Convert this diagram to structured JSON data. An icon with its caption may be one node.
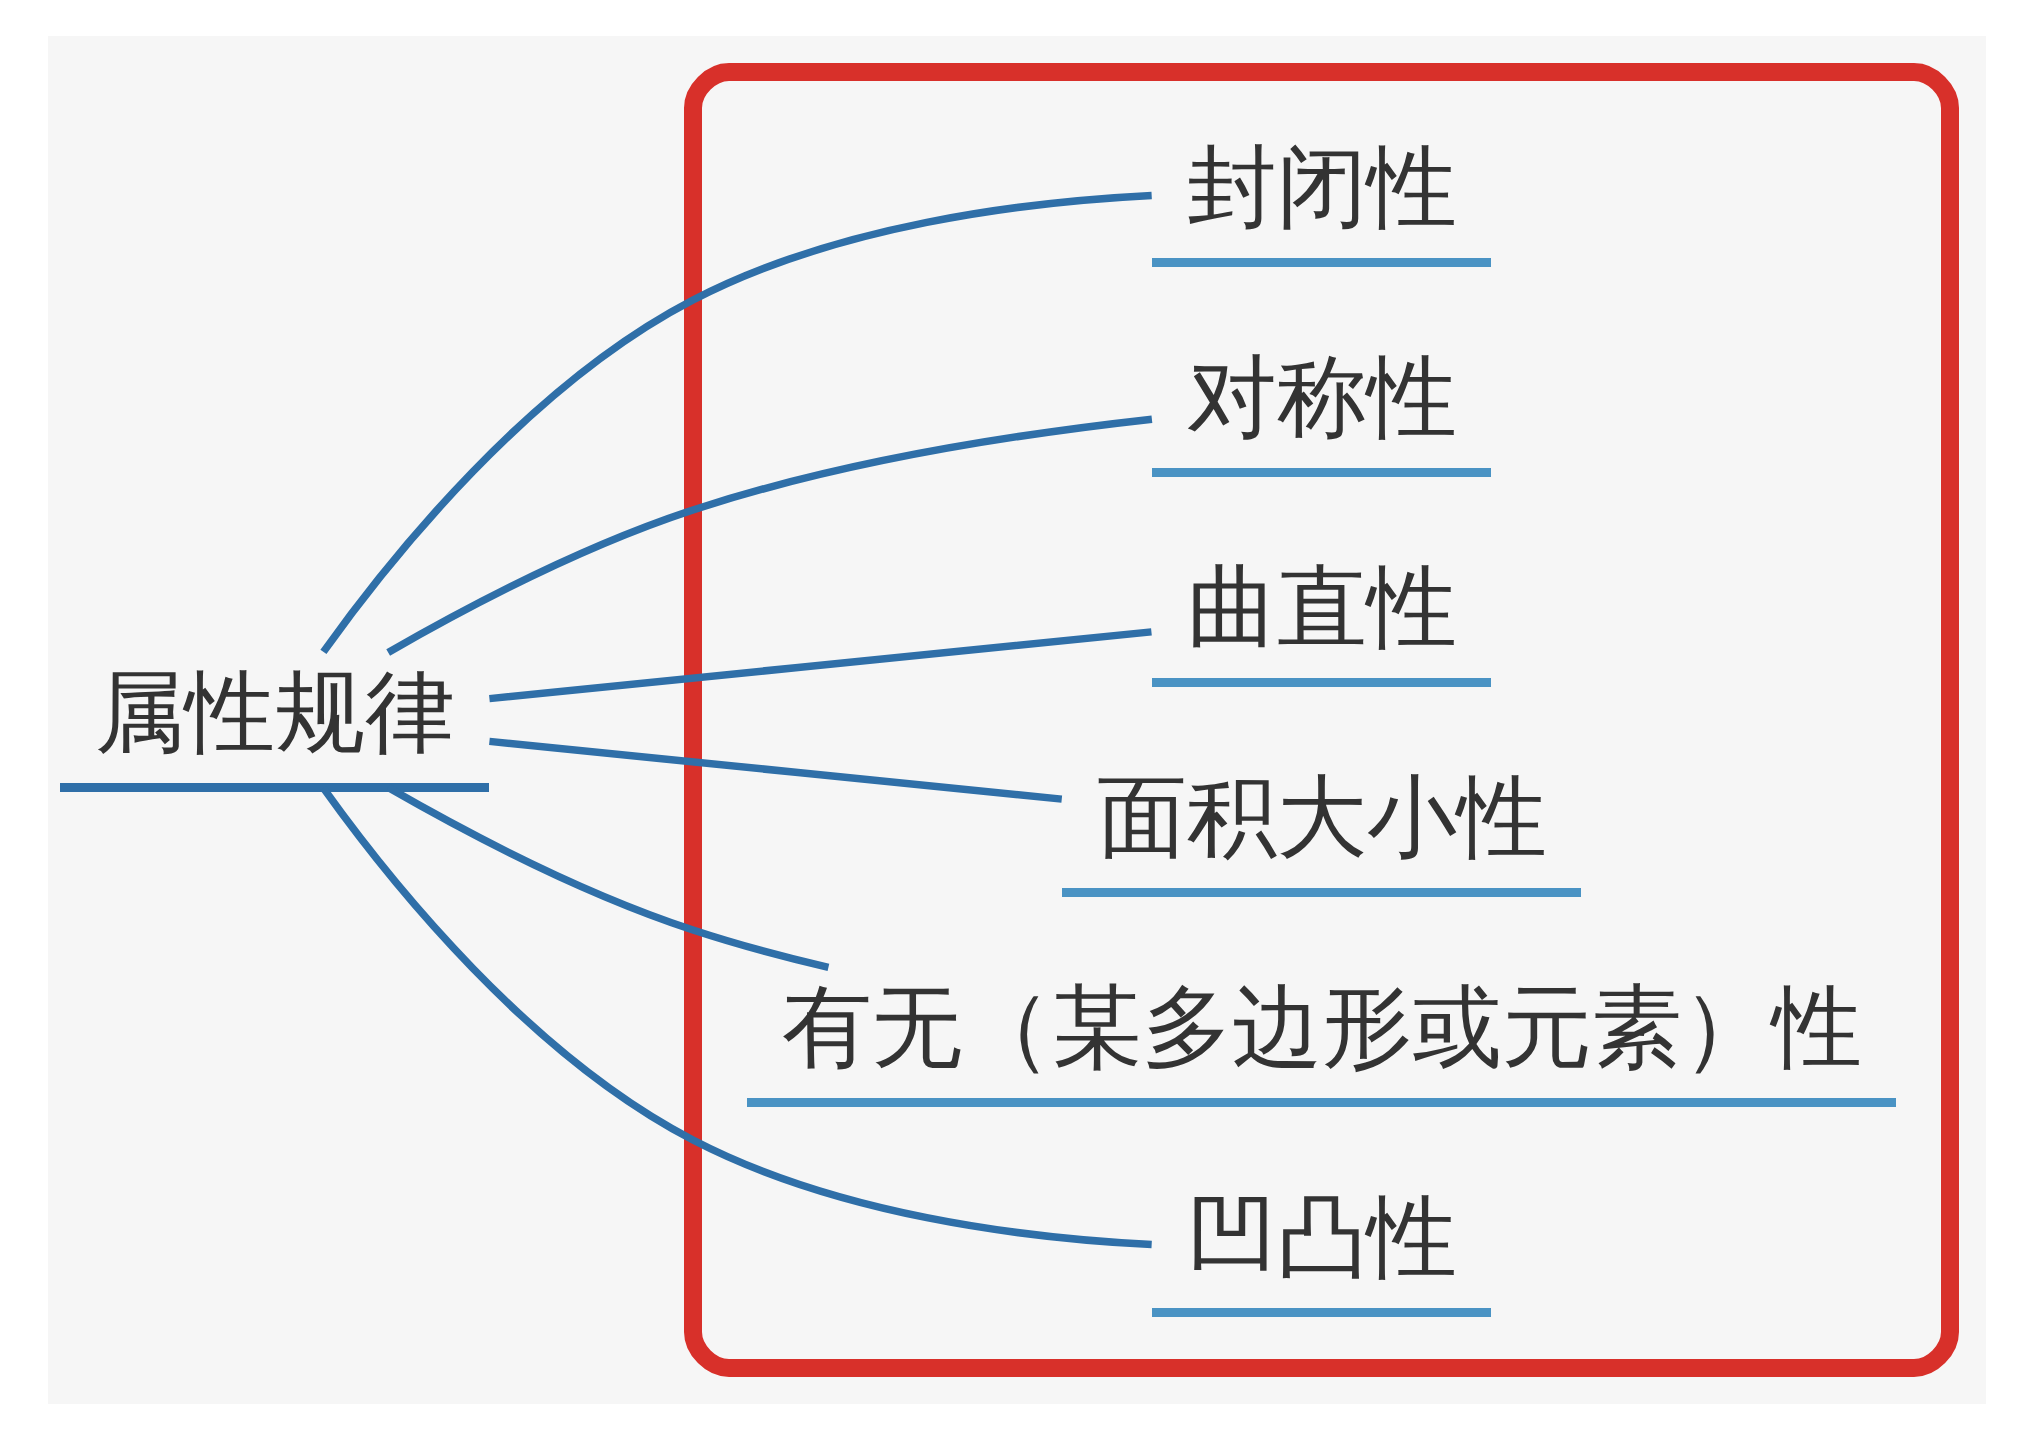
{
  "diagram": {
    "nodes": [
      {
        "text": [
          "属性规律"
        ]
      },
      {
        "text": [],
        "shape": "box"
      },
      {
        "text": [
          "封闭性"
        ],
        "in": 1
      },
      {
        "text": [
          "对称性"
        ],
        "in": 1
      },
      {
        "text": [
          "曲直性"
        ],
        "in": 1
      },
      {
        "text": [
          "面积大小性"
        ],
        "in": 1
      },
      {
        "text": [
          "有无（某多边形或元素）性"
        ],
        "in": 1
      },
      {
        "text": [
          "凹凸性"
        ],
        "in": 1
      }
    ],
    "edges": [
      {
        "from": 0,
        "to": 2,
        "arrow": "none"
      },
      {
        "from": 0,
        "to": 3,
        "arrow": "none"
      },
      {
        "from": 0,
        "to": 4,
        "arrow": "none"
      },
      {
        "from": 0,
        "to": 5,
        "arrow": "none"
      },
      {
        "from": 0,
        "to": 6,
        "arrow": "none"
      },
      {
        "from": 0,
        "to": 7,
        "arrow": "none"
      }
    ]
  }
}
